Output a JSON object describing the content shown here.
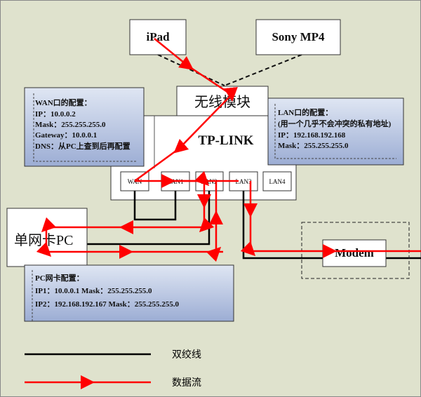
{
  "devices": {
    "ipad": "iPad",
    "sony": "Sony MP4",
    "wireless": "无线模块",
    "router": "TP-LINK",
    "ports": [
      "WAN",
      "LAN1",
      "LAN2",
      "LAN3",
      "LAN4"
    ],
    "pc": "单网卡PC",
    "modem": "Modem"
  },
  "wan_config": [
    "WAN口的配置：",
    "IP：10.0.0.2",
    "Mask：255.255.255.0",
    "Gateway：10.0.0.1",
    "DNS：从PC上查到后再配置"
  ],
  "lan_config": [
    "LAN口的配置：",
    "(用一个几乎不会冲突的私有地址)",
    "IP：192.168.192.168",
    "Mask：255.255.255.0"
  ],
  "pc_config": [
    "PC网卡配置：",
    "IP1：10.0.0.1  Mask：255.255.255.0",
    "IP2：192.168.192.167 Mask：255.255.255.0"
  ],
  "legend": {
    "twisted_pair": "双绞线",
    "data_flow": "数据流"
  },
  "colors": {
    "cable": "#000000",
    "flow": "#ff0000",
    "config_box_top": "#dde4f2",
    "config_box_bottom": "#9fb0d6",
    "background": "#dfe2cd"
  }
}
